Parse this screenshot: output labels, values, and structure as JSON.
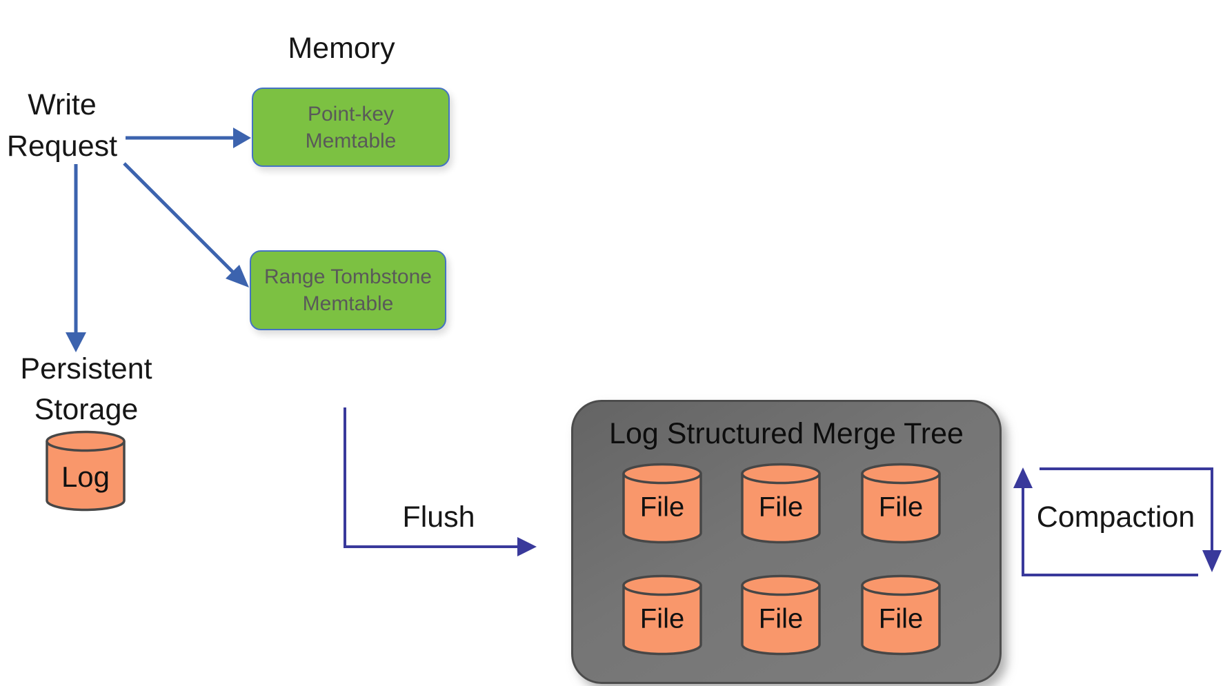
{
  "memory_section": {
    "title": "Memory"
  },
  "write_request": {
    "lines": [
      "Write",
      "Request"
    ]
  },
  "memtables": [
    {
      "lines": [
        "Point-key",
        "Memtable"
      ]
    },
    {
      "lines": [
        "Range Tombstone",
        "Memtable"
      ]
    }
  ],
  "persistent_storage": {
    "lines": [
      "Persistent",
      "Storage"
    ],
    "log_label": "Log"
  },
  "flows": {
    "flush": "Flush",
    "compaction": "Compaction"
  },
  "lsm_tree": {
    "title": "Log Structured Merge Tree",
    "files": [
      "File",
      "File",
      "File",
      "File",
      "File",
      "File"
    ]
  },
  "colors": {
    "memtable_green": "#7cc142",
    "memtable_border_blue": "#4472c4",
    "memtable_text_gray": "#595959",
    "cylinder_orange": "#f9976b",
    "cylinder_outline": "#474747",
    "lsm_panel_gray": "#717171",
    "write_arrow_blue": "#3c63ae",
    "flow_arrow_indigo": "#39399b",
    "heading_black": "#161616"
  }
}
